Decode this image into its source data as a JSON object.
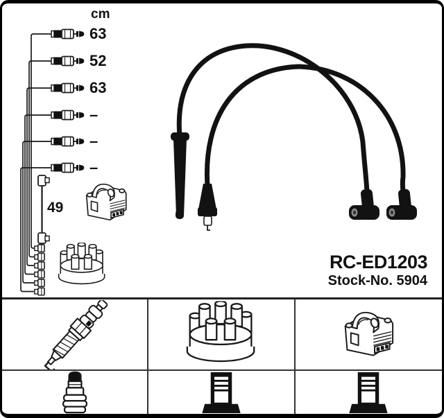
{
  "product": {
    "code": "RC-ED1203",
    "stock": "Stock-No. 5904"
  },
  "diagram": {
    "unit_header": "cm",
    "cable_lengths": [
      {
        "label": "63"
      },
      {
        "label": "52"
      },
      {
        "label": "63"
      },
      {
        "label": "–"
      },
      {
        "label": "–"
      },
      {
        "label": "–"
      }
    ],
    "coil_wire_length": "49"
  },
  "legend": {
    "items": [
      {
        "icon": "spark-plug-icon"
      },
      {
        "icon": "distributor-cap-icon"
      },
      {
        "icon": "ignition-coil-icon"
      },
      {
        "icon": "plug-terminal-sae-icon"
      },
      {
        "icon": "plug-terminal-din-icon"
      },
      {
        "icon": "plug-terminal-din-icon"
      }
    ]
  },
  "colors": {
    "line_art": "#1a1a1a",
    "cable": "#121212",
    "background": "#ffffff",
    "border": "#000000",
    "terminal_tip": "#8a8a8a"
  }
}
